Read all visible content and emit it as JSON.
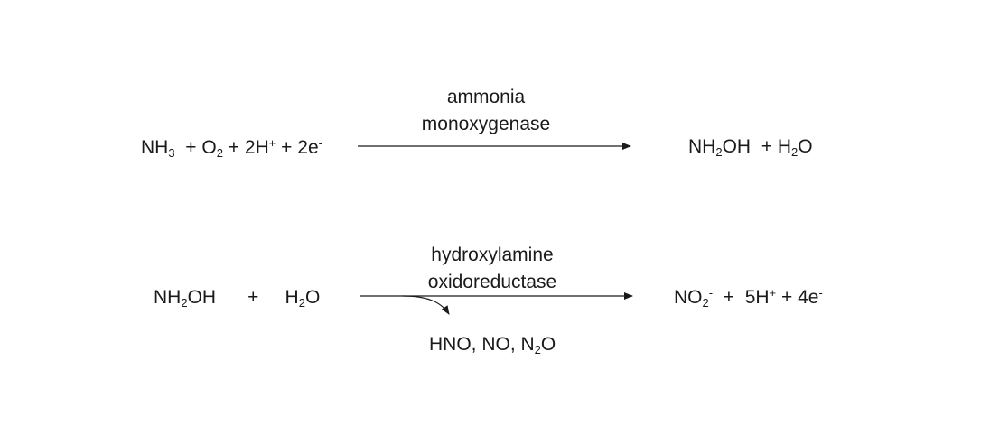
{
  "reaction1": {
    "enzyme_line1": "ammonia",
    "enzyme_line2": "monoxygenase",
    "reactants": {
      "nh3_base": "NH",
      "nh3_sub": "3",
      "o2_prefix": "  + O",
      "o2_sub": "2",
      "h_prefix": " + 2H",
      "h_sup": "+",
      "e_prefix": " + 2e",
      "e_sup": "-"
    },
    "products": {
      "nh2oh_a": "NH",
      "nh2oh_sub": "2",
      "nh2oh_b": "OH",
      "h2o_prefix": "  + H",
      "h2o_sub": "2",
      "h2o_suffix": "O"
    }
  },
  "reaction2": {
    "enzyme_line1": "hydroxylamine",
    "enzyme_line2": "oxidoreductase",
    "reactants": {
      "nh2oh_a": "NH",
      "nh2oh_sub": "2",
      "nh2oh_b": "OH",
      "plus": "      +     ",
      "h2o_a": "H",
      "h2o_sub": "2",
      "h2o_b": "O"
    },
    "products": {
      "no2_base": "NO",
      "no2_sub": "2",
      "no2_sup": "-",
      "h_prefix": "  +  5H",
      "h_sup": "+",
      "e_prefix": " + 4e",
      "e_sup": "-"
    },
    "byproducts": {
      "text_a": "HNO, NO, N",
      "n2o_sub": "2",
      "text_b": "O"
    }
  }
}
